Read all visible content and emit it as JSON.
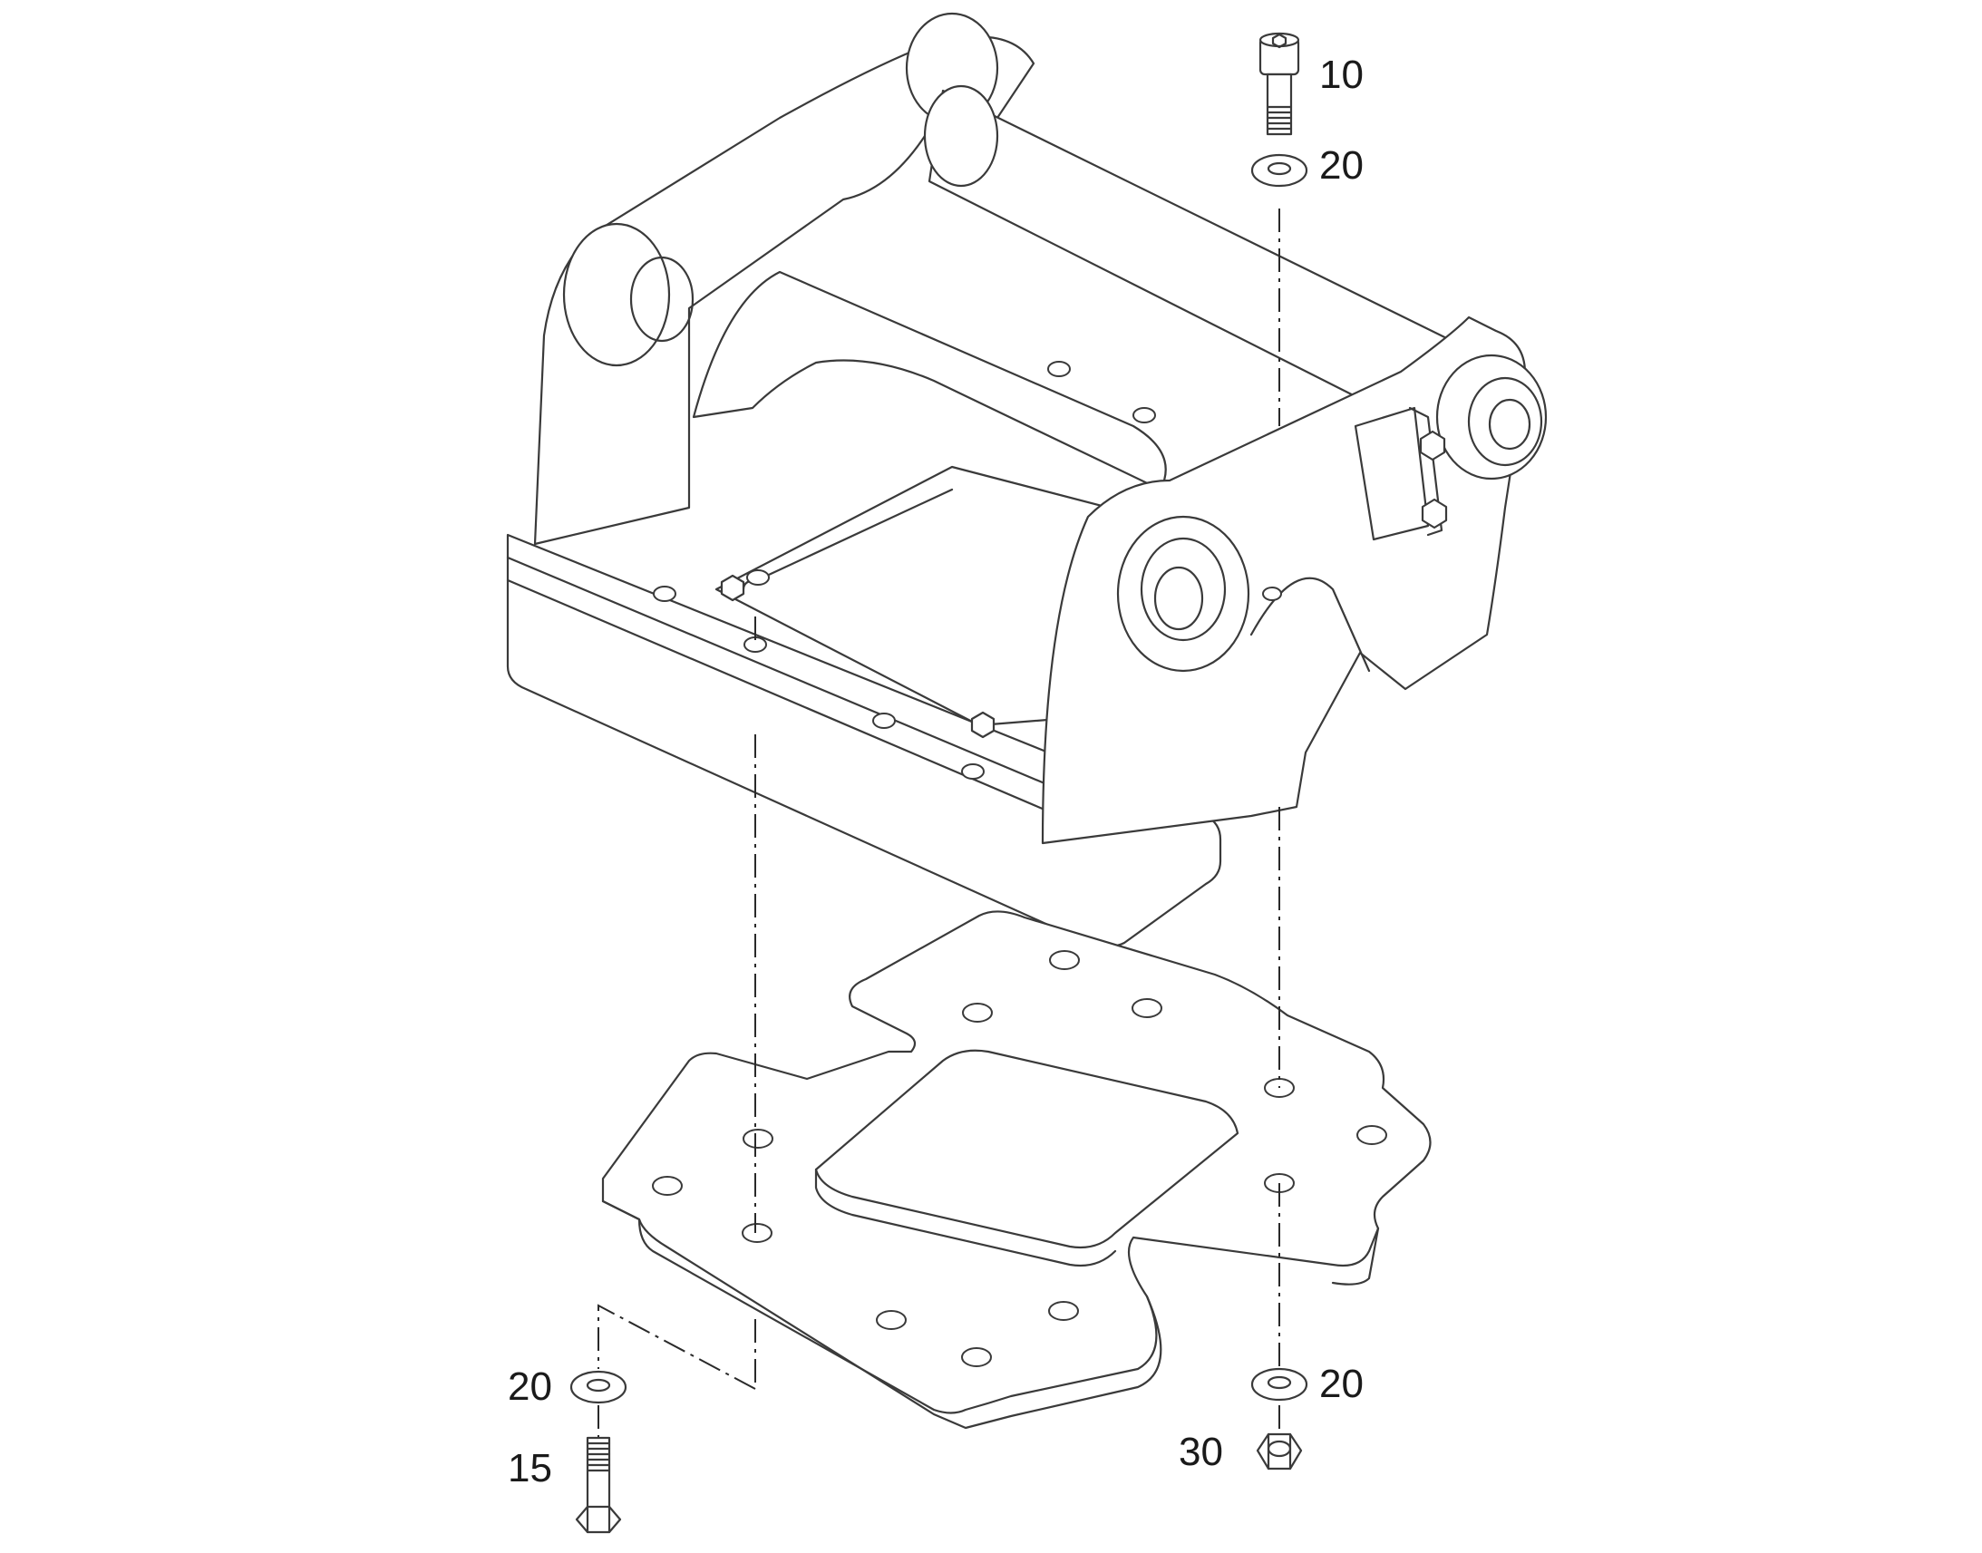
{
  "callouts": {
    "c10": "10",
    "c20_top": "20",
    "c20_left": "20",
    "c15": "15",
    "c20_right": "20",
    "c30": "30"
  },
  "style": {
    "line_color": "#3a3a3a",
    "background": "#ffffff"
  }
}
